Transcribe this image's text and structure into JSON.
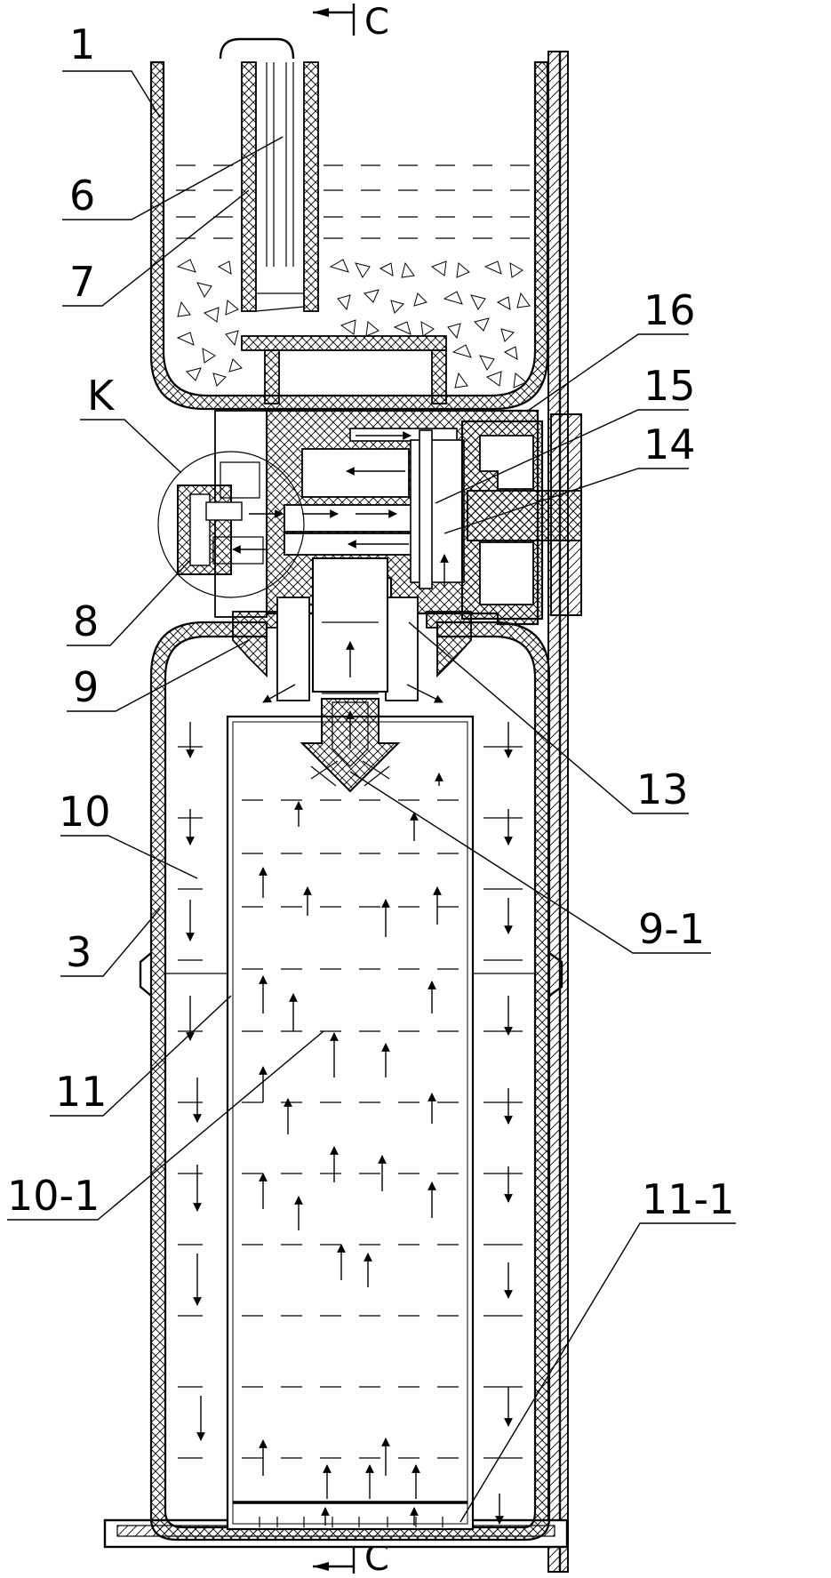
{
  "section_marks": {
    "top": "C",
    "bottom": "C"
  },
  "labels": {
    "l1": "1",
    "l6": "6",
    "l7": "7",
    "lK": "K",
    "l8": "8",
    "l9": "9",
    "l10": "10",
    "l3": "3",
    "l11": "11",
    "l10_1": "10-1",
    "l16": "16",
    "l15": "15",
    "l14": "14",
    "l13": "13",
    "l9_1": "9-1",
    "l11_1": "11-1"
  },
  "colors": {
    "line": "#000000",
    "background": "#ffffff"
  }
}
